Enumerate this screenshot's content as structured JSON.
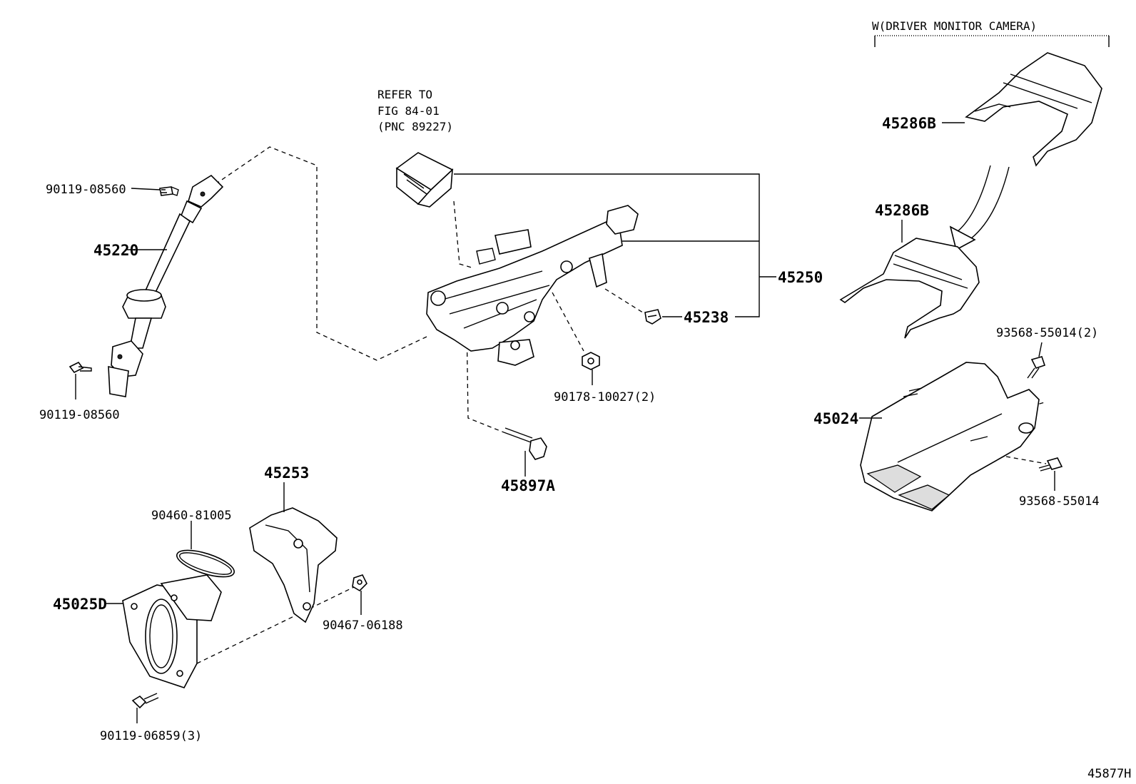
{
  "header": {
    "variant_note": "W(DRIVER MONITOR CAMERA)",
    "refer_lines": [
      "REFER TO",
      "FIG 84-01",
      "(PNC 89227)"
    ]
  },
  "labels": {
    "p90119_08560_top": "90119-08560",
    "p45220": "45220",
    "p90119_08560_bottom": "90119-08560",
    "p45250": "45250",
    "p45238": "45238",
    "p90178": "90178-10027(2)",
    "p45897a": "45897A",
    "p45253": "45253",
    "p90460": "90460-81005",
    "p45025d": "45025D",
    "p90467": "90467-06188",
    "p90119_06859": "90119-06859(3)",
    "p45286b_top": "45286B",
    "p45286b_mid": "45286B",
    "p93568_2": "93568-55014(2)",
    "p45024": "45024",
    "p93568": "93568-55014"
  },
  "footer": {
    "figure_code": "45877H"
  }
}
